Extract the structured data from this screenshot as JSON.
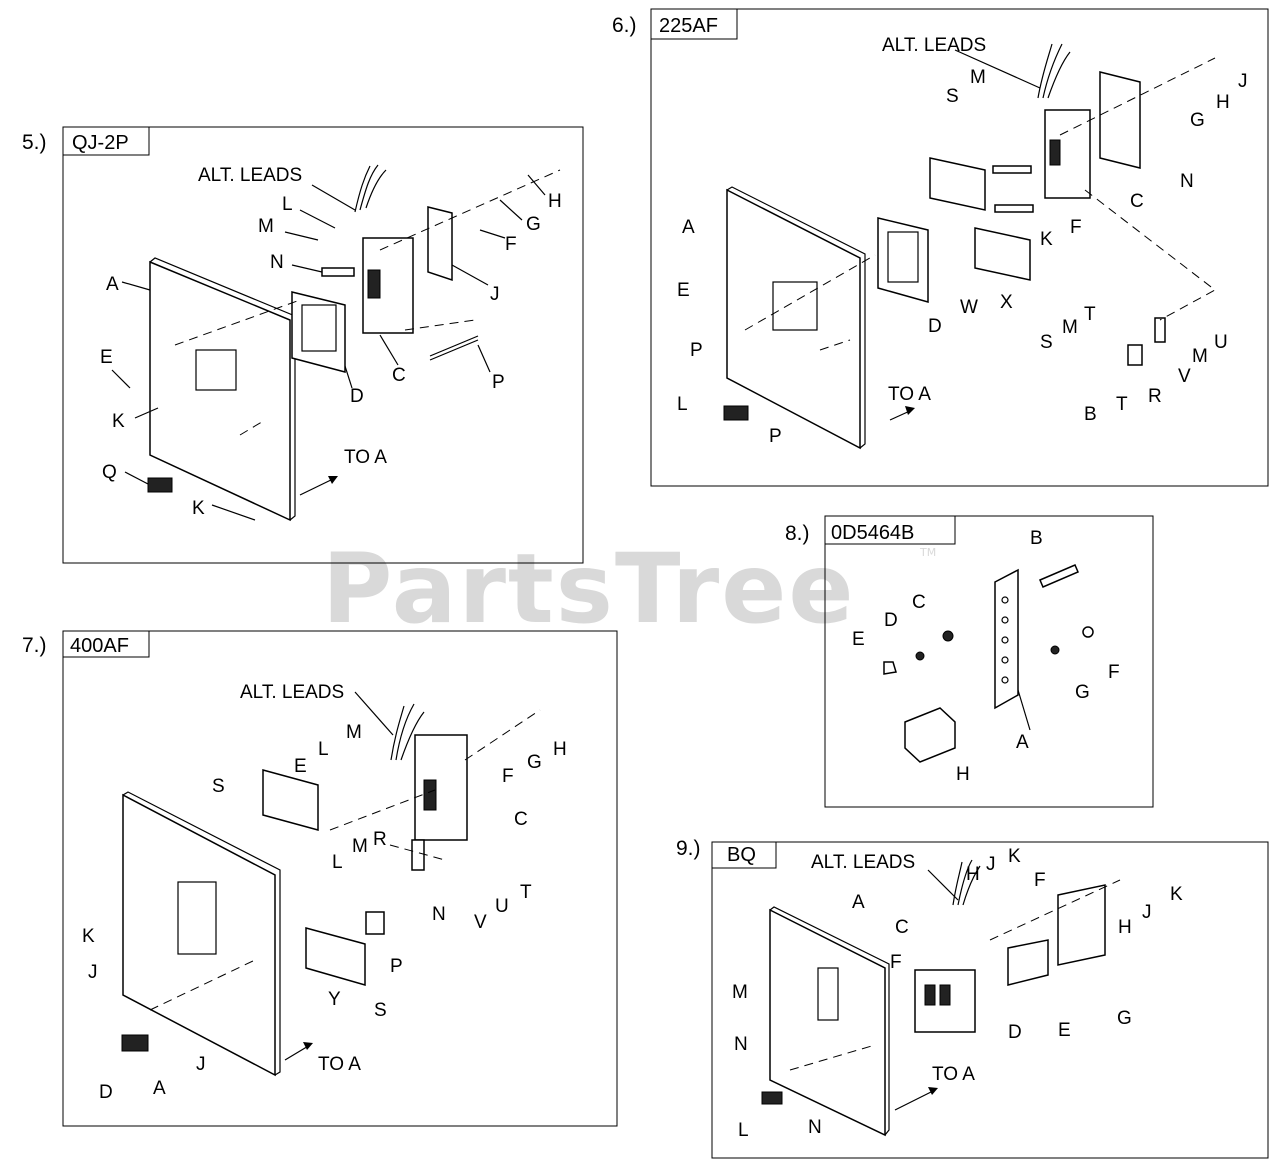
{
  "watermark": {
    "text": "PartsTree",
    "trademark": "TM"
  },
  "diagrams": {
    "d5": {
      "number": "5.)",
      "model": "QJ-2P",
      "alt_leads": "ALT. LEADS",
      "to_a": "TO A",
      "callouts": {
        "A": "A",
        "C": "C",
        "D": "D",
        "E": "E",
        "F": "F",
        "G": "G",
        "H": "H",
        "J": "J",
        "K1": "K",
        "K2": "K",
        "L": "L",
        "M": "M",
        "N": "N",
        "P": "P",
        "Q": "Q"
      }
    },
    "d6": {
      "number": "6.)",
      "model": "225AF",
      "alt_leads": "ALT. LEADS",
      "to_a": "TO A",
      "callouts": {
        "A": "A",
        "B": "B",
        "C": "C",
        "D": "D",
        "E": "E",
        "F": "F",
        "G": "G",
        "H": "H",
        "J": "J",
        "K": "K",
        "L": "L",
        "M1": "M",
        "M2": "M",
        "M3": "M",
        "N": "N",
        "P1": "P",
        "P2": "P",
        "R": "R",
        "S1": "S",
        "S2": "S",
        "T1": "T",
        "T2": "T",
        "U": "U",
        "V": "V",
        "W": "W",
        "X": "X"
      }
    },
    "d7": {
      "number": "7.)",
      "model": "400AF",
      "alt_leads": "ALT. LEADS",
      "to_a": "TO A",
      "callouts": {
        "A": "A",
        "C": "C",
        "D": "D",
        "E": "E",
        "F": "F",
        "G": "G",
        "H": "H",
        "J1": "J",
        "J2": "J",
        "K": "K",
        "L1": "L",
        "L2": "L",
        "M1": "M",
        "M2": "M",
        "N": "N",
        "P": "P",
        "R": "R",
        "S1": "S",
        "S2": "S",
        "T": "T",
        "U": "U",
        "V": "V",
        "Y": "Y"
      }
    },
    "d8": {
      "number": "8.)",
      "model": "0D5464B",
      "callouts": {
        "A": "A",
        "B": "B",
        "C": "C",
        "D": "D",
        "E": "E",
        "F": "F",
        "G": "G",
        "H": "H"
      }
    },
    "d9": {
      "number": "9.)",
      "model": "BQ",
      "alt_leads": "ALT. LEADS",
      "to_a": "TO A",
      "callouts": {
        "A": "A",
        "C": "C",
        "D": "D",
        "E": "E",
        "F1": "F",
        "F2": "F",
        "G": "G",
        "H1": "H",
        "H2": "H",
        "J1": "J",
        "J2": "J",
        "K1": "K",
        "K2": "K",
        "L": "L",
        "M": "M",
        "N1": "N",
        "N2": "N"
      }
    }
  }
}
